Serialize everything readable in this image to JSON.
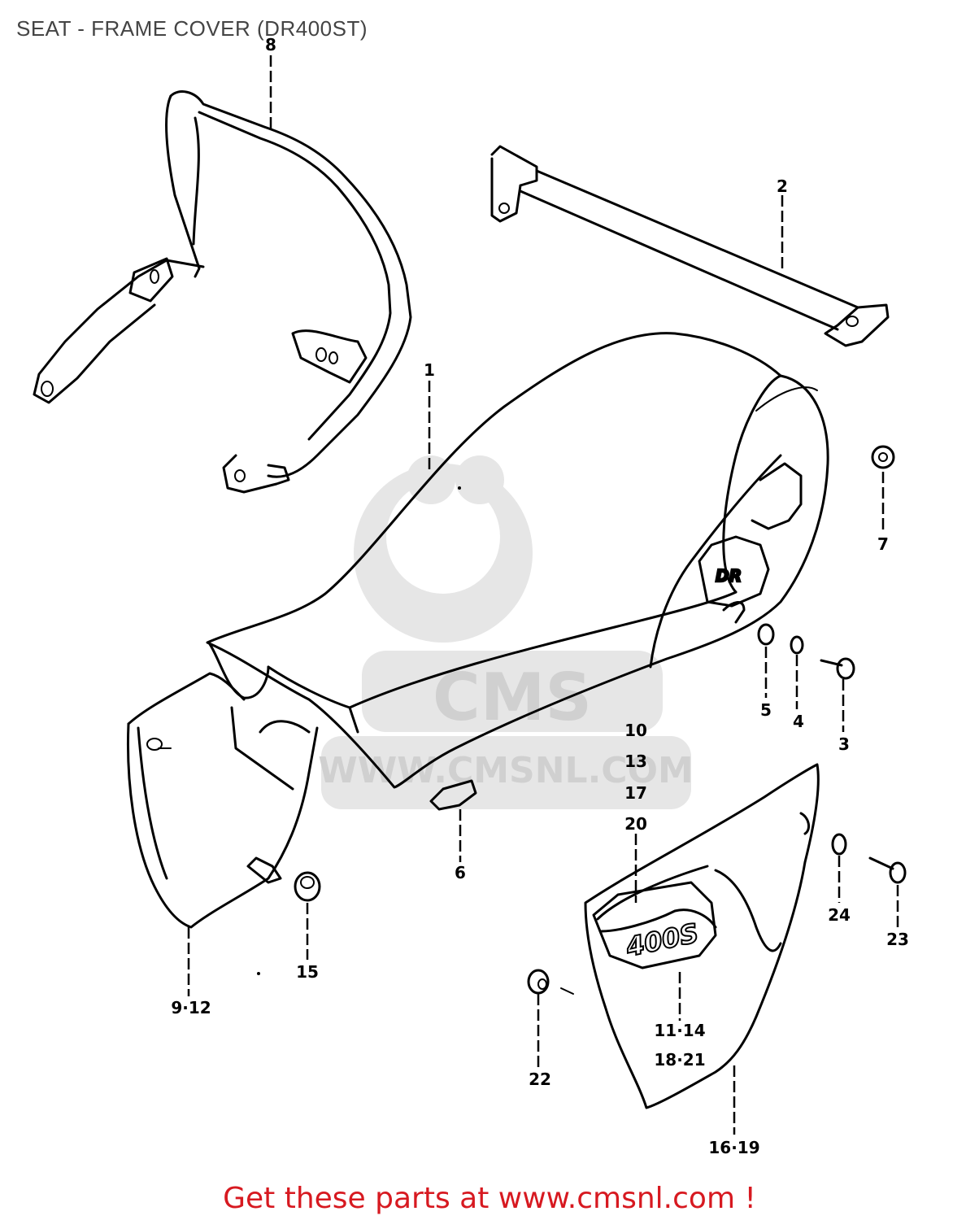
{
  "title": "SEAT - FRAME COVER (DR400ST)",
  "footer": "Get these parts at www.cmsnl.com !",
  "watermark": {
    "brand": "CMS",
    "url": "WWW.CMSNL.COM"
  },
  "seat_logo": "DR",
  "cover_logo": "400S",
  "callouts": {
    "c8": "8",
    "c2": "2",
    "c1": "1",
    "c7": "7",
    "c5": "5",
    "c4": "4",
    "c3": "3",
    "c10": "10",
    "c13": "13",
    "c17": "17",
    "c20": "20",
    "c6": "6",
    "c24": "24",
    "c23": "23",
    "c15": "15",
    "c9_12": "9·12",
    "c11_14": "11·14",
    "c18_21": "18·21",
    "c22": "22",
    "c16_19": "16·19"
  },
  "colors": {
    "footer": "#d71920",
    "title": "#444444",
    "line": "#000000",
    "watermark": "#e6e6e6"
  }
}
